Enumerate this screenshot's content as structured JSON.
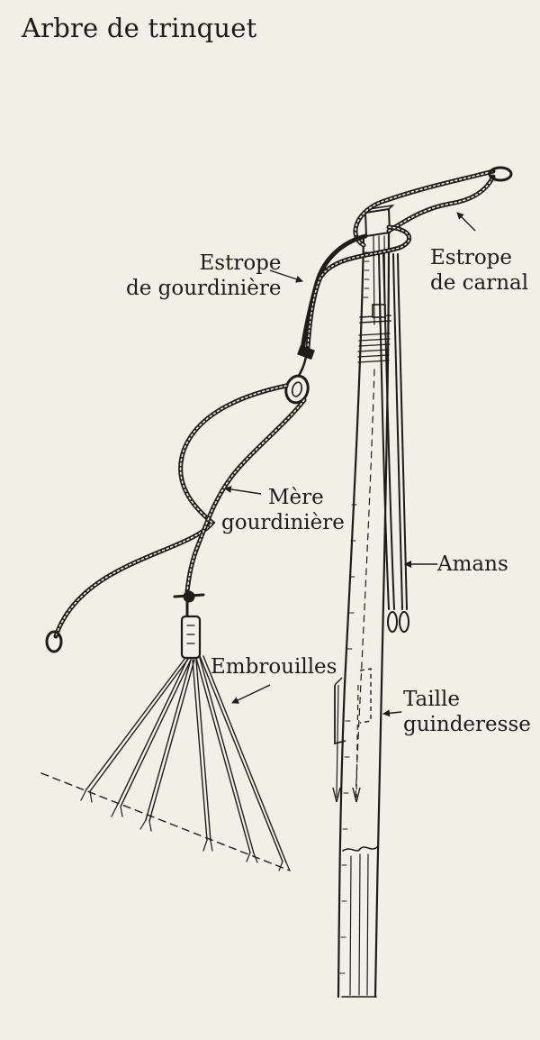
{
  "title": "Arbre de trinquet",
  "labels": {
    "estrope_gourdiniere": [
      "Estrope",
      "de gourdinière"
    ],
    "estrope_carnal": [
      "Estrope",
      "de carnal"
    ],
    "mere_gourdiniere": [
      "Mère",
      "gourdinière"
    ],
    "amans": "Amans",
    "embrouilles": "Embrouilles",
    "taille_guinderesse": [
      "Taille",
      "guinderesse"
    ]
  },
  "colors": {
    "paper": "#f1efe6",
    "ink": "#1e1c19",
    "wood_shade": "#d7d1c0"
  }
}
